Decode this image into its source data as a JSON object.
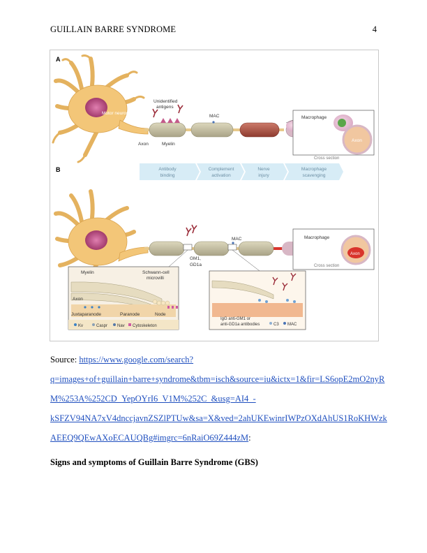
{
  "header": {
    "title": "GUILLAIN BARRE SYNDROME",
    "page_number": "4"
  },
  "figure": {
    "panel_a": {
      "letter": "A",
      "motor_neuron": "Motor neuron",
      "unidentified": "Unidentified",
      "antigens": "antigens",
      "axon": "Axon",
      "myelin": "Myelin",
      "mac": "MAC",
      "macrophage": "Macrophage",
      "axon_cross": "Axon",
      "cross_section": "Cross section"
    },
    "steps": [
      {
        "line1": "Antibody",
        "line2": "binding"
      },
      {
        "line1": "Complement",
        "line2": "activation"
      },
      {
        "line1": "Nerve",
        "line2": "injury"
      },
      {
        "line1": "Macrophage",
        "line2": "scavenging"
      }
    ],
    "panel_b": {
      "letter": "B",
      "mac": "MAC",
      "gm1": "GM1,",
      "gd1a": "GD1a",
      "macrophage": "Macrophage",
      "axon_cross": "Axon",
      "cross_section": "Cross section",
      "inset_left": {
        "myelin": "Myelin",
        "schwann1": "Schwann-cell",
        "schwann2": "microvilli",
        "axon": "Axon",
        "juxtaparanode": "Juxtaparanode",
        "paranode": "Paranode",
        "node": "Node",
        "legend": [
          "Kv",
          "Caspr",
          "Nav",
          "Cytoskeleton"
        ]
      },
      "inset_right": {
        "igg1": "IgG anti-GM1 or",
        "igg2": "anti-GD1a antibodies",
        "c3": "C3",
        "mac": "MAC"
      }
    }
  },
  "source": {
    "label": "Source: ",
    "url_lines": [
      "https://www.google.com/search?",
      "q=images+of+guillain+barre+syndrome&tbm=isch&source=iu&ictx=1&fir=LS6opE2mO2nyR",
      "M%253A%252CD_YepOYrI6_V1M%252C_&usg=AI4_-",
      "kSFZV94NA7xV4dnccjavnZSZlPTUw&sa=X&ved=2ahUKEwinrIWPzOXdAhUS1RoKHWzk",
      "AEEQ9QEwAXoECAUQBg#imgrc=6nRaiO69Z444zM"
    ],
    "trailing": ":"
  },
  "heading": "Signs and symptoms of Guillain Barre Syndrome (GBS)",
  "colors": {
    "neuron": "#f3c678",
    "nucleus": "#b5417a",
    "myelin": "#c9c3a4",
    "damaged_myelin": "#b5564a",
    "arrow_band": "#d7ecf6",
    "link": "#1f4fbf",
    "axon_red": "#d9342c"
  }
}
